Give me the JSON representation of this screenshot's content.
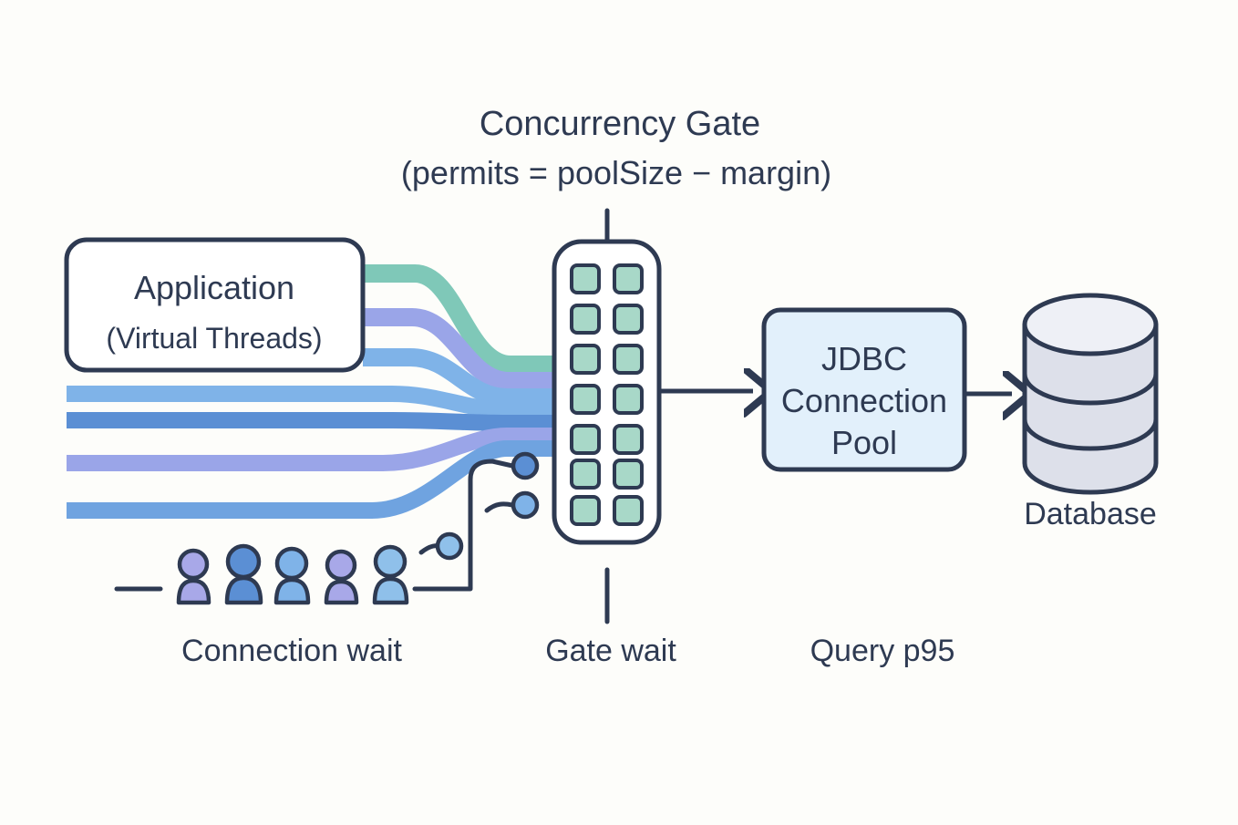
{
  "diagram": {
    "background_color": "#fdfdfa",
    "stroke_color": "#2e3a52",
    "title": {
      "line1": "Concurrency Gate",
      "line2": "(permits = poolSize − margin)"
    },
    "nodes": {
      "application": {
        "label_line1": "Application",
        "label_line2": "(Virtual Threads)",
        "fill": "#ffffff"
      },
      "gate": {
        "name": "Concurrency Gate",
        "fill": "#ffffff",
        "permit_fill": "#a8d8c8",
        "permit_rows": 7,
        "permit_cols": 2,
        "permit_count": 14
      },
      "pool": {
        "label_line1": "JDBC",
        "label_line2": "Connection",
        "label_line3": "Pool",
        "fill": "#e2f0fb"
      },
      "database": {
        "label": "Database",
        "fill": "#dde0ea",
        "top_fill": "#eef0f6",
        "segments": 3
      }
    },
    "captions": {
      "connection_wait": "Connection wait",
      "gate_wait": "Gate wait",
      "query_p95": "Query p95"
    },
    "threads": [
      {
        "id": "thread-1",
        "color": "#7fc8b8",
        "origin": "application"
      },
      {
        "id": "thread-2",
        "color": "#9aa5e8",
        "origin": "application"
      },
      {
        "id": "thread-3",
        "color": "#7fb3e8",
        "origin": "application"
      },
      {
        "id": "thread-4",
        "color": "#7fb3e8",
        "origin": "left-edge"
      },
      {
        "id": "thread-5",
        "color": "#5b8fd4",
        "origin": "left-edge"
      },
      {
        "id": "thread-6",
        "color": "#9aa5e8",
        "origin": "left-edge"
      },
      {
        "id": "thread-7",
        "color": "#6fa3e0",
        "origin": "left-edge"
      }
    ],
    "queue": {
      "count": 5,
      "people": [
        {
          "id": "person-1",
          "color": "#a8a8e8"
        },
        {
          "id": "person-2",
          "color": "#5b8fd4"
        },
        {
          "id": "person-3",
          "color": "#7fb3e8"
        },
        {
          "id": "person-4",
          "color": "#a8a8e8"
        },
        {
          "id": "person-5",
          "color": "#8fc0ea"
        }
      ],
      "waiting_dots": [
        {
          "id": "wait-dot-1",
          "color": "#5b8fd4"
        },
        {
          "id": "wait-dot-2",
          "color": "#7fb3e8"
        },
        {
          "id": "wait-dot-3",
          "color": "#8fc0ea"
        }
      ]
    }
  }
}
